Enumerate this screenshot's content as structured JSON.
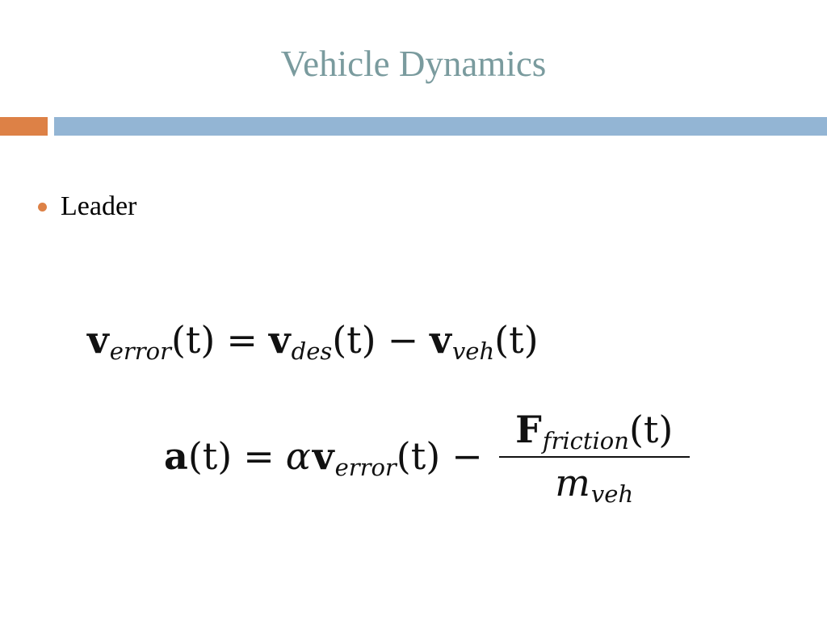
{
  "slide": {
    "title": "Vehicle Dynamics",
    "accent_colors": {
      "title": "#7a9b9e",
      "orange_bar": "#dd8146",
      "blue_bar": "#93b5d4",
      "bullet": "#dd8146"
    }
  },
  "bullets": [
    {
      "text": "Leader"
    }
  ],
  "equations": {
    "eq1": {
      "lhs_symbol": "v",
      "lhs_sub": "error",
      "arg": "(t)",
      "equals": "=",
      "term1_symbol": "v",
      "term1_sub": "des",
      "minus": "−",
      "term2_symbol": "v",
      "term2_sub": "veh"
    },
    "eq2": {
      "lhs_symbol": "a",
      "arg": "(t)",
      "equals": "=",
      "alpha": "α",
      "term1_symbol": "v",
      "term1_sub": "error",
      "minus": "−",
      "num_symbol": "F",
      "num_sub": "friction",
      "den_symbol": "m",
      "den_sub": "veh"
    }
  }
}
